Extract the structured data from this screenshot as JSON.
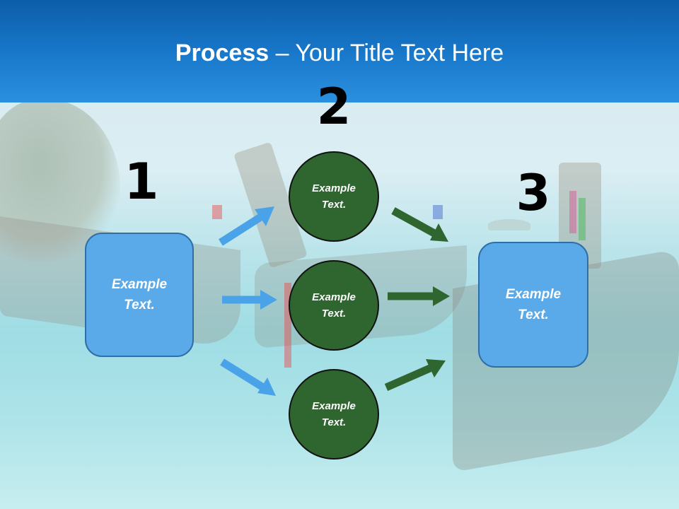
{
  "header": {
    "title_bold": "Process",
    "title_rest": " – Your Title Text Here",
    "background_color": "#1674c6"
  },
  "steps": {
    "step1_number": "1",
    "step2_number": "2",
    "step3_number": "3"
  },
  "left_box": {
    "text": "Example Text.",
    "color": "#5aaaea"
  },
  "right_box": {
    "text": "Example Text.",
    "color": "#5aaaea"
  },
  "circles": [
    {
      "text": "Example Text.",
      "color": "#2f6630"
    },
    {
      "text": "Example Text.",
      "color": "#2f6630"
    },
    {
      "text": "Example Text.",
      "color": "#2f6630"
    }
  ],
  "arrow_colors": {
    "incoming": "#4aa3e8",
    "outgoing": "#2f6630"
  }
}
